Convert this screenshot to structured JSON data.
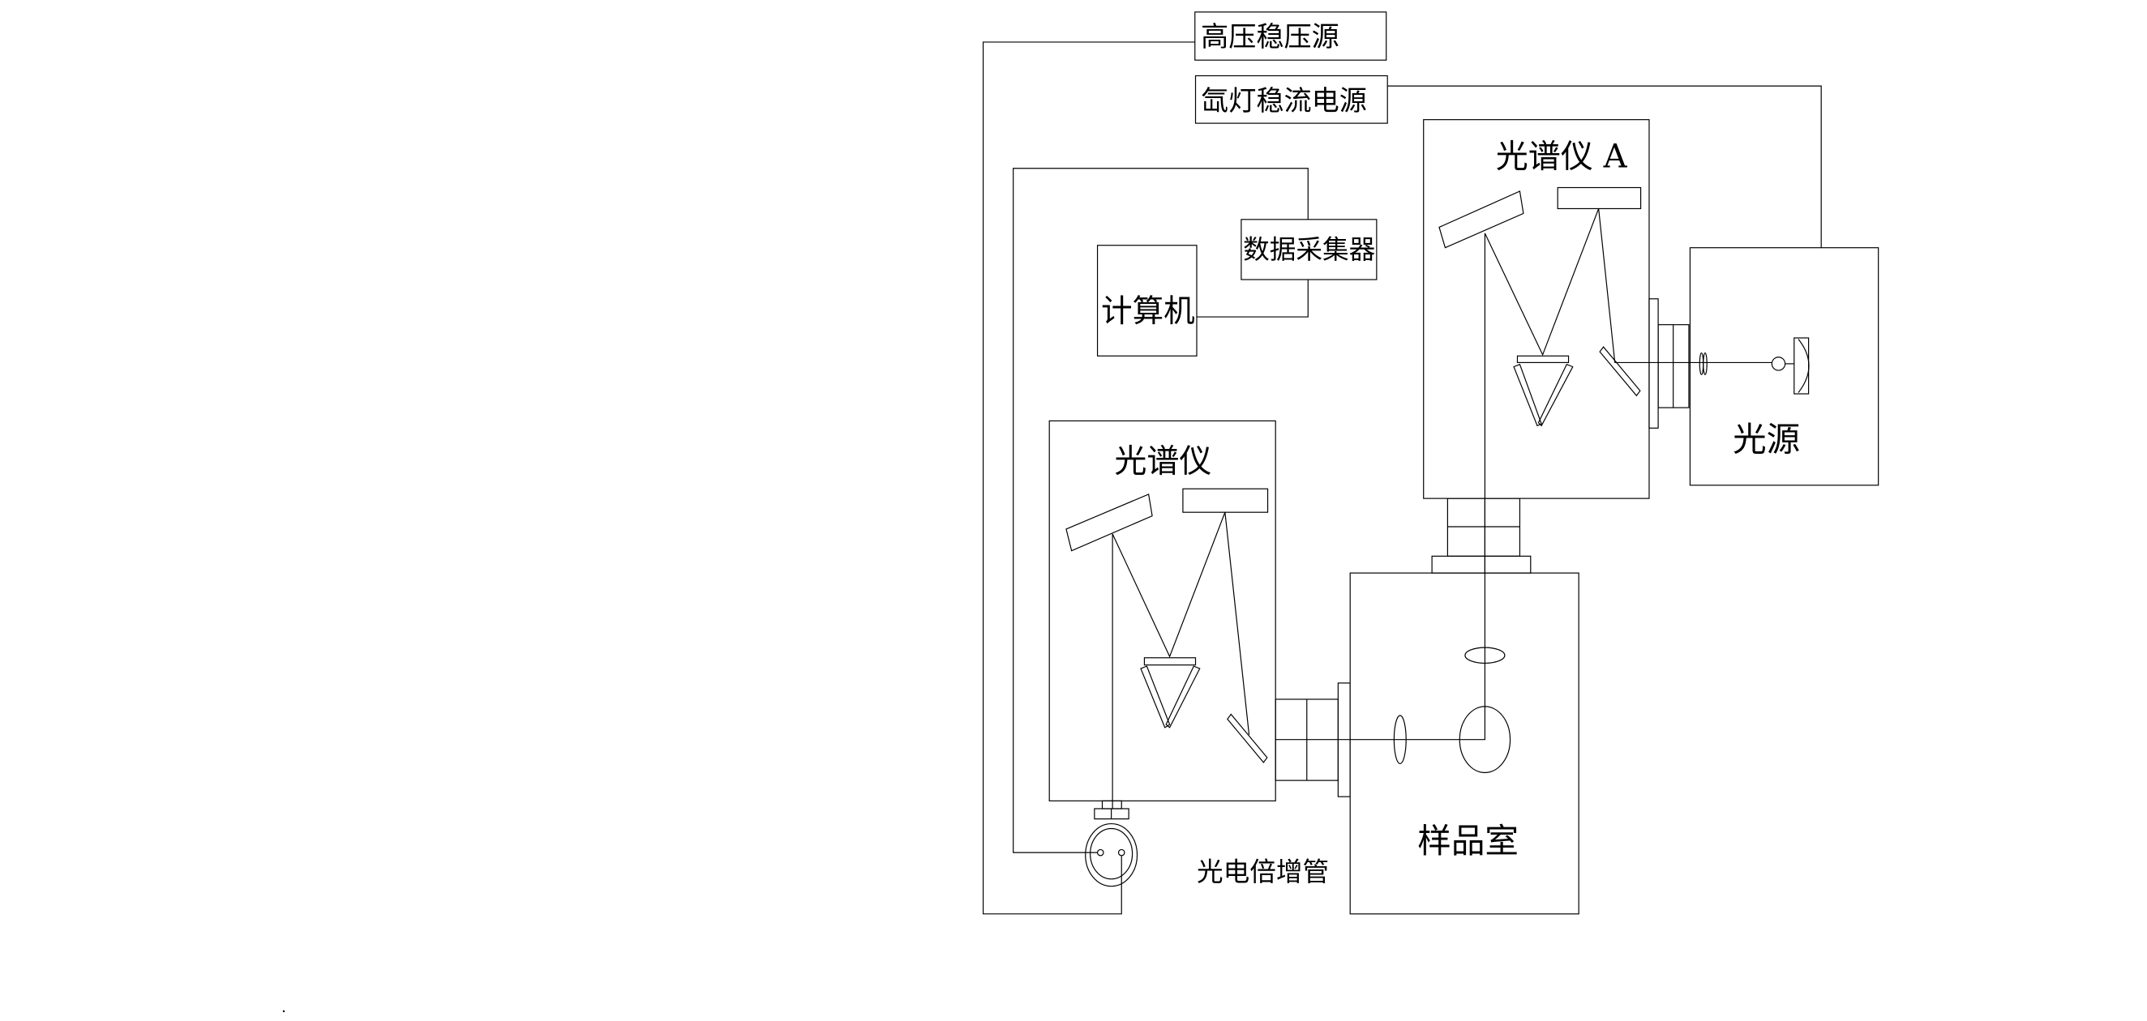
{
  "diagram": {
    "labels": {
      "hv_supply": "高压稳压源",
      "xenon_supply": "氙灯稳流电源",
      "daq": "数据采集器",
      "computer": "计算机",
      "spectrometer": "光谱仪",
      "spectrometer_a": "光谱仪 A",
      "light_source": "光源",
      "sample_chamber": "样品室",
      "pmt": "光电倍增管"
    }
  }
}
